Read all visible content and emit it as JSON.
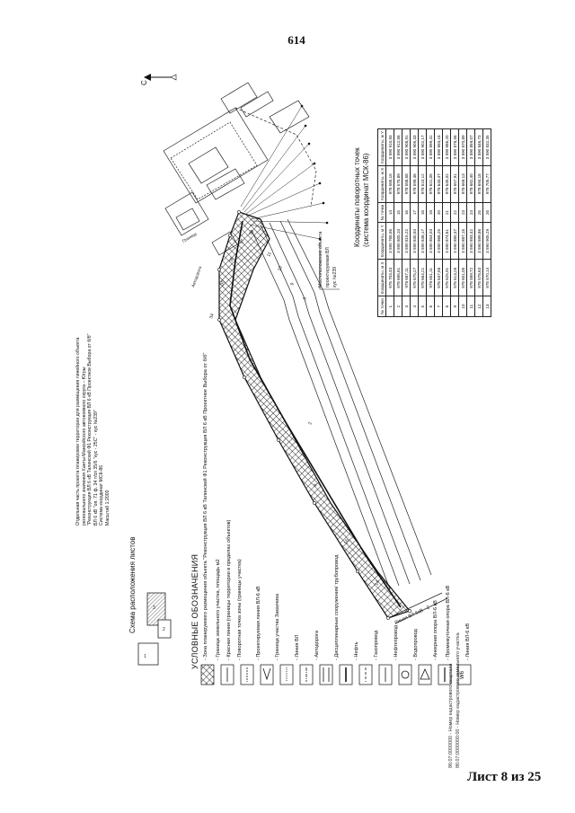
{
  "page_number": "614",
  "sheet_label": "Лист 8 из 25",
  "header": {
    "lines": [
      "Отдельная часть проекта планировки территории для размещения линейного объекта",
      "регионального значения Ханты-Мансийского автономного округа – Югры",
      "\"Реконструкция ВЛ 6 кВ Талинский Ф1 Реконструкция ВЛ 6 кВ Проектное Выбора от б/б\"",
      "ВЛ 6 кВ \"оп. 71 ф. 34 т/сп 35/6 \"кус - 25С\" - кус №239\"",
      "Система координат МСК-86",
      "Масштаб 1:2000"
    ]
  },
  "north_label": "С",
  "scheme": {
    "title": "Схема расположения листов",
    "sheets": [
      "1",
      "2",
      "3"
    ]
  },
  "legend": {
    "title": "УСЛОВНЫЕ ОБОЗНАЧЕНИЯ",
    "items": [
      "- Зона планируемого размещения объекта \"Реконструкция ВЛ 6 кВ Талинский Ф1 Реконструкция ВЛ 6 кВ Проектное Выбора от б/б\"",
      "- Граница земельного участка, площадь м2",
      "- Красная линия (границы территории в пределах объектов)",
      "- Поворотная точка зоны (границы участка)",
      "- Проектируемая линия ВЛ-6 кВ",
      "- Граница участка Заказчика",
      "- Линия ВЛ",
      "- Автодорога",
      "- Дисциплинарные сооружения/ трубопровод",
      "- Нефть",
      "- Газопровод",
      "- Нефтепровод",
      "- Водопровод",
      "- Анкерная опора ВЛ-6 кВ",
      "- Промежуточная опора ВЛ-6 кВ",
      "- Линия ВЛ-6 кВ"
    ],
    "cad_codes": [
      "86:07:0000000 - Номер кадастрового квартала",
      "86:07:0000000:00 - Номер кадастрового земельного участка"
    ]
  },
  "map_labels": {
    "boundary_label": "Линия ВЛ 6кВ - 2",
    "zone_note_lines": [
      "Местоположение объекта",
      "проектируемая ВЛ",
      "кус №239"
    ],
    "corner_label": "Граница",
    "road_label": "Автодорога",
    "small_marks": [
      "34",
      "35",
      "36",
      "37",
      "38",
      "2",
      "4",
      "16",
      "14",
      "11",
      "10",
      "9",
      "6"
    ]
  },
  "coords": {
    "title_lines": [
      "Координаты поворотных точек",
      "(система координат МСК-86)"
    ],
    "headers": [
      "№ точки",
      "Координаты, м X",
      "Координаты, м Y",
      "№ точки",
      "Координаты, м X",
      "Координаты, м Y"
    ],
    "rows": [
      [
        "1",
        "978 703,43",
        "3 590 785,56",
        "14",
        "978 565,15",
        "3 590 910,93"
      ],
      [
        "2",
        "978 695,61",
        "3 590 800,10",
        "15",
        "978 575,89",
        "3 590 912,58"
      ],
      [
        "3",
        "978 687,11",
        "3 590 815,22",
        "16",
        "978 588,58",
        "3 590 908,91"
      ],
      [
        "4",
        "978 675,27",
        "3 590 835,50",
        "17",
        "978 599,46",
        "3 590 905,33"
      ],
      [
        "5",
        "978 664,21",
        "3 590 846,17",
        "18",
        "978 610,12",
        "3 590 902,17"
      ],
      [
        "6",
        "978 651,11",
        "3 590 854,03",
        "19",
        "978 621,05",
        "3 590 899,41"
      ],
      [
        "7",
        "978 637,58",
        "3 590 868,25",
        "20",
        "978 633,47",
        "3 590 893,18"
      ],
      [
        "8",
        "978 625,91",
        "3 590 874,61",
        "21",
        "978 645,02",
        "3 590 886,20"
      ],
      [
        "9",
        "978 613,26",
        "3 590 880,37",
        "22",
        "978 657,91",
        "3 590 878,56"
      ],
      [
        "10",
        "978 601,05",
        "3 590 887,15",
        "23",
        "978 669,13",
        "3 590 870,89"
      ],
      [
        "11",
        "978 589,72",
        "3 590 893,42",
        "24",
        "978 682,40",
        "3 590 859,07"
      ],
      [
        "12",
        "978 578,63",
        "3 590 899,86",
        "25",
        "978 694,18",
        "3 590 846,73"
      ],
      [
        "13",
        "978 570,14",
        "3 590 905,29",
        "26",
        "978 705,77",
        "3 590 832,35"
      ]
    ]
  }
}
